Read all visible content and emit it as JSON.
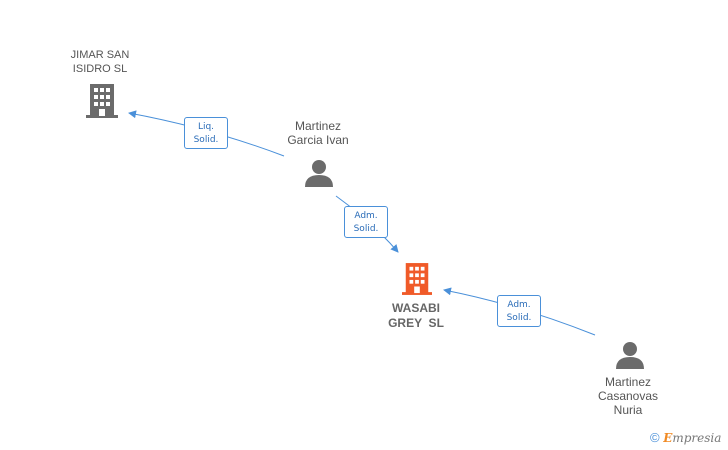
{
  "nodes": {
    "jimar": {
      "lines": [
        "JIMAR SAN",
        "ISIDRO SL"
      ],
      "type": "company",
      "color": "#6b6b6b"
    },
    "martinez_garcia": {
      "lines": [
        "Martinez",
        "Garcia Ivan"
      ],
      "type": "person",
      "color": "#6b6b6b"
    },
    "wasabi": {
      "lines": [
        "WASABI",
        "GREY  SL"
      ],
      "type": "company",
      "color": "#f05a28"
    },
    "martinez_casanovas": {
      "lines": [
        "Martinez",
        "Casanovas",
        "Nuria"
      ],
      "type": "person",
      "color": "#6b6b6b"
    }
  },
  "edges": [
    {
      "from": "martinez_garcia",
      "to": "jimar",
      "label": [
        "Liq.",
        "Solid."
      ]
    },
    {
      "from": "martinez_garcia",
      "to": "wasabi",
      "label": [
        "Adm.",
        "Solid."
      ]
    },
    {
      "from": "martinez_casanovas",
      "to": "wasabi",
      "label": [
        "Adm.",
        "Solid."
      ]
    }
  ],
  "edge_color": "#4a90d9",
  "footer": {
    "copyright_symbol": "©",
    "brand_initial": "E",
    "brand_rest": "mpresia"
  }
}
